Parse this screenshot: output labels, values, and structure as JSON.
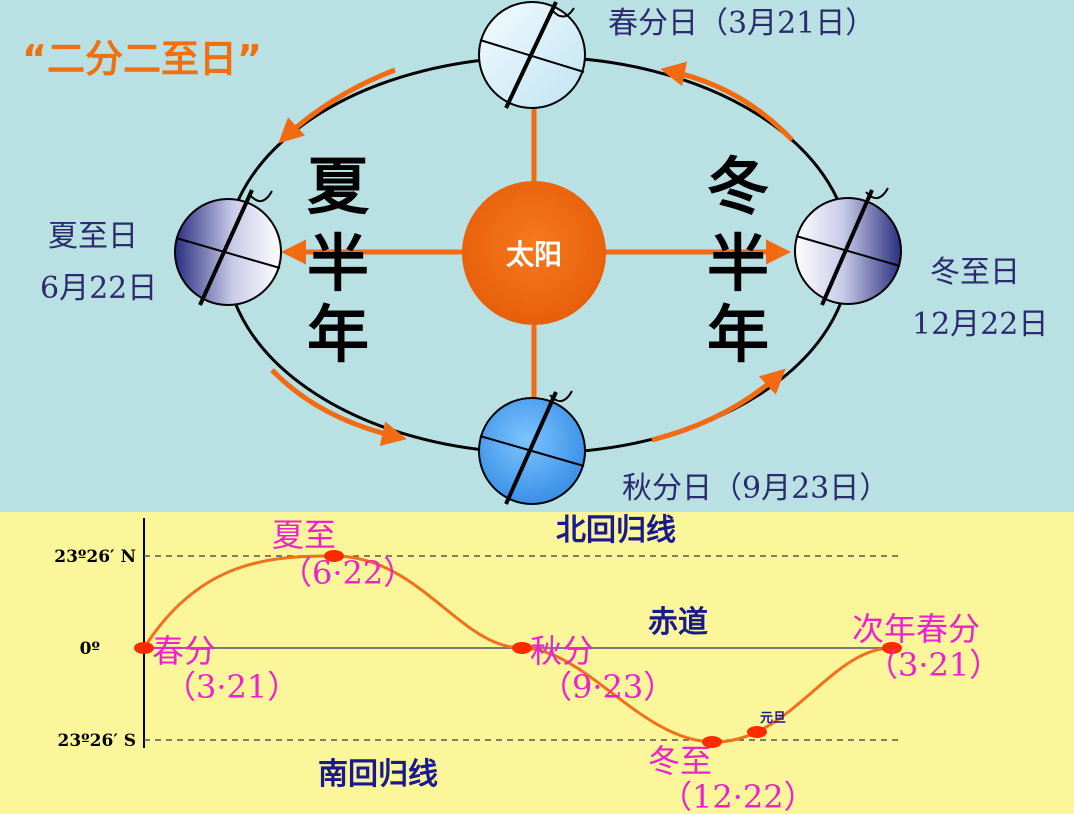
{
  "top": {
    "title": "“二分二至日”",
    "sun_label": "太阳",
    "summer_half": [
      "夏",
      "半",
      "年"
    ],
    "winter_half": [
      "冬",
      "半",
      "年"
    ],
    "spring_label": "春分日（3月21日）",
    "summer_label_1": "夏至日",
    "summer_label_2": "6月22日",
    "winter_label_1": "冬至日",
    "winter_label_2": "12月22日",
    "autumn_label": "秋分日（9月23日）"
  },
  "bottom": {
    "north_tropic": "北回归线",
    "equator": "赤道",
    "south_tropic": "南回归线",
    "axis_north": "23º26′ N",
    "axis_zero": "0º",
    "axis_south": "23º26′ S",
    "points": [
      {
        "name": "春分",
        "date": "（3·21）"
      },
      {
        "name": "夏至",
        "date": "（6·22）"
      },
      {
        "name": "秋分",
        "date": "（9·23）"
      },
      {
        "name": "冬至",
        "date": "（12·22）"
      },
      {
        "name": "元旦",
        "date": ""
      },
      {
        "name": "次年春分",
        "date": "（3·21）"
      }
    ]
  },
  "colors": {
    "top_bg": "#b9e0e2",
    "bottom_bg": "#fcf69a",
    "sun": "#f26b12",
    "arrow": "#f26b12",
    "curve": "#f0701e",
    "dot": "#ff2a00",
    "magenta_text": "#ee22cc",
    "navy_text": "#1a1a8c",
    "label_blue": "#2b2b6e",
    "title_orange": "#f07010"
  }
}
